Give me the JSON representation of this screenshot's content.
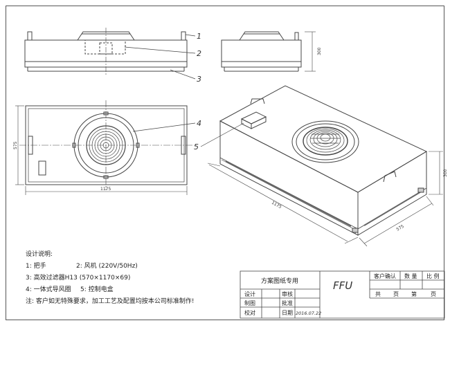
{
  "callouts": [
    "1",
    "2",
    "3",
    "4",
    "5"
  ],
  "dimensions": {
    "top_height": "300",
    "front_width": "1175",
    "front_depth": "575",
    "iso_length": "1175",
    "iso_depth": "575",
    "iso_height": "300"
  },
  "notes": {
    "heading": "设计说明:",
    "line1_a": "1: 把手",
    "line1_b": "2: 风机 (220V/50Hz)",
    "line2": "3: 高效过滤器H13 (570×1170×69)",
    "line3_a": "4: 一体式导风圈",
    "line3_b": "5: 控制电盒",
    "line4": "注: 客户如无特殊要求，加工工艺及配置均按本公司标准制作!"
  },
  "title_block": {
    "scheme": "方案图纸专用",
    "product": "FFU",
    "customer_confirm": "客户确认",
    "quantity": "数 量",
    "scale": "比 例",
    "total": "共",
    "page_unit1": "页",
    "page_label": "第",
    "page_unit2": "页",
    "design": "设计",
    "review": "审核",
    "drawing": "制图",
    "approve": "批准",
    "check": "校对",
    "date_label": "日期",
    "date_value": "2016.07.22"
  }
}
